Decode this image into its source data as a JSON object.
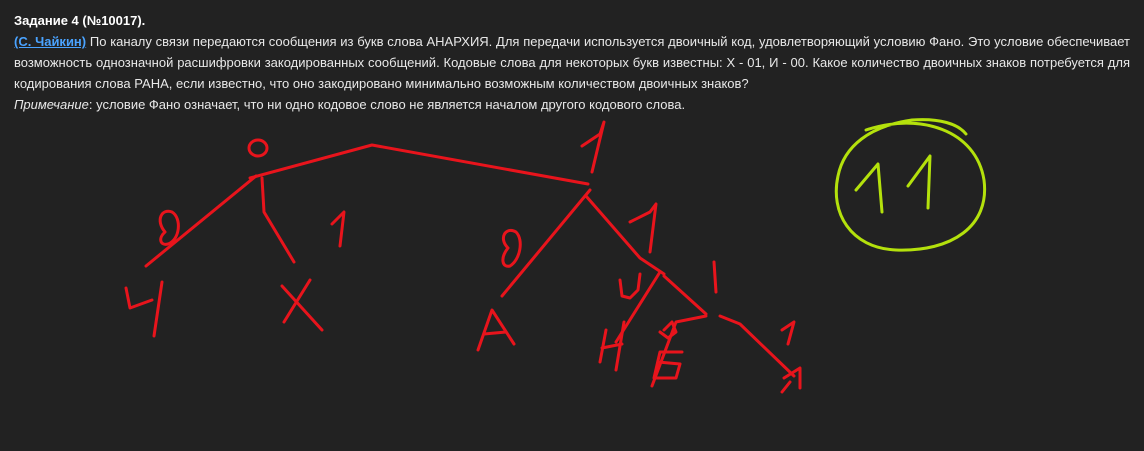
{
  "task": {
    "title": "Задание 4 (№10017).",
    "author": "(С. Чайкин)",
    "body": " По каналу связи передаются сообщения из букв слова АНАРХИЯ. Для передачи используется двоичный код, удовлетворяющий условию Фано. Это условие обеспечивает возможность однозначной расшифровки закодированных сообщений. Кодовые слова для некоторых букв известны: Х - 01, И - 00. Какое количество двоичных знаков потребуется для кодирования слова РАНА, если известно, что оно закодировано минимально возможным количеством двоичных знаков?",
    "note_label": "Примечание",
    "note_text": ": условие Фано означает, что ни одно кодовое слово не является началом другого кодового слова."
  },
  "colors": {
    "background": "#222222",
    "text": "#e8e8e8",
    "link": "#4aa3ff",
    "ink_red": "#e8141c",
    "ink_green": "#b4e10c"
  }
}
